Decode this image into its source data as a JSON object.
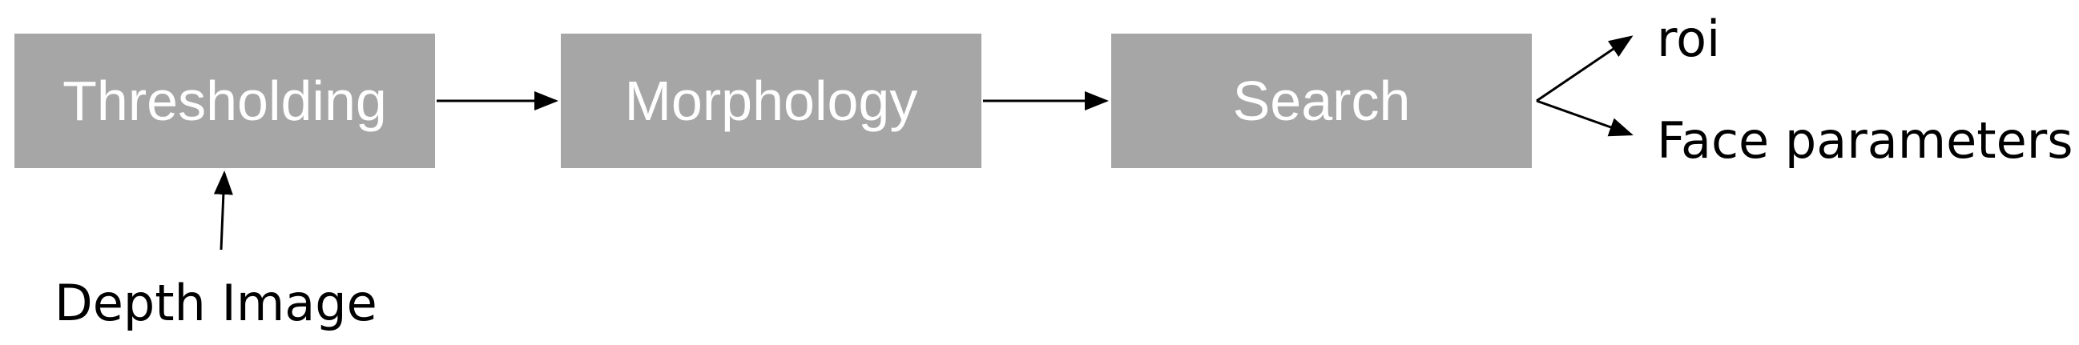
{
  "diagram": {
    "boxes": {
      "thresholding": "Thresholding",
      "morphology": "Morphology",
      "search": "Search"
    },
    "outputs": {
      "roi": "roi",
      "face_parameters": "Face parameters"
    },
    "input": {
      "depth_image": "Depth Image"
    },
    "colors": {
      "box_fill": "#a6a6a6",
      "box_text": "#ffffff",
      "line": "#000000",
      "label_text": "#000000"
    }
  }
}
